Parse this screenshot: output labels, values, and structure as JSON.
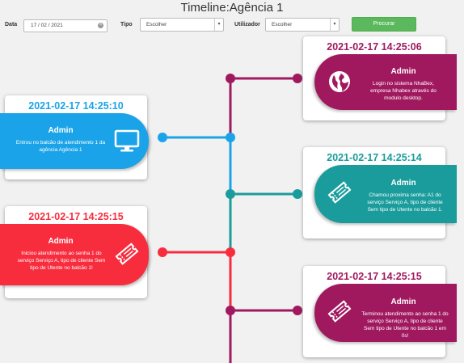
{
  "page": {
    "title": "Timeline:Agência 1"
  },
  "filters": {
    "date_label": "Data",
    "date_value": "17 / 02 / 2021",
    "type_label": "Tipo",
    "type_value": "Escolher",
    "user_label": "Utilizador",
    "user_value": "Escolher",
    "search_label": "Procurar"
  },
  "colors": {
    "blue": "#1aa3e8",
    "teal": "#1a9c9c",
    "red": "#f72d3e",
    "magenta": "#a0195f",
    "green": "#5cb85c"
  },
  "events": [
    {
      "time": "2021-02-17 14:25:06",
      "user": "Admin",
      "description": "Login no sistema NhaBex, empresa Nhabex através do modulo desktop.",
      "icon": "globe-icon",
      "color": "#a0195f"
    },
    {
      "time": "2021-02-17 14:25:10",
      "user": "Admin",
      "description": "Entrou no balcão de atendimento 1 da agência Agência 1",
      "icon": "monitor-icon",
      "color": "#1aa3e8"
    },
    {
      "time": "2021-02-17 14:25:14",
      "user": "Admin",
      "description": "Chamou proxima senha: A1 do serviço Serviço A, tipo de cliente Sem tipo de Utente no balcão 1.",
      "icon": "ticket-icon",
      "color": "#1a9c9c"
    },
    {
      "time": "2021-02-17 14:25:15",
      "user": "Admin",
      "description": "Iniciou atendimento ao senha 1 do serviço Serviço A, tipo de cliente Sem tipo de Utente no balcão 1!",
      "icon": "ticket-icon",
      "color": "#f72d3e"
    },
    {
      "time": "2021-02-17 14:25:15",
      "user": "Admin",
      "description": "Terminou atendimento ao senha 1 do serviço Serviço A, tipo de cliente Sem tipo de Utente no balcão 1 em 0s!",
      "icon": "ticket-icon",
      "color": "#a0195f"
    }
  ]
}
